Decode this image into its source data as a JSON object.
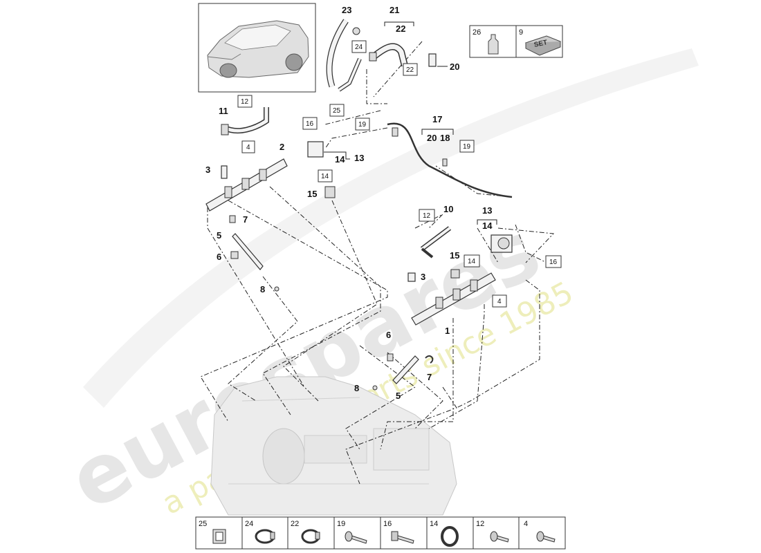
{
  "watermark": {
    "brand": "eurospares",
    "tagline": "a passion for parts since 1985"
  },
  "callouts": {
    "c1": "1",
    "c2": "2",
    "c3a": "3",
    "c3b": "3",
    "c5a": "5",
    "c5b": "5",
    "c6a": "6",
    "c6b": "6",
    "c7a": "7",
    "c7b": "7",
    "c8a": "8",
    "c8b": "8",
    "c10": "10",
    "c11": "11",
    "c13a": "13",
    "c13b": "13",
    "c14a": "14",
    "c14b": "14",
    "c15a": "15",
    "c15b": "15",
    "c17": "17",
    "c18": "18",
    "c20a": "20",
    "c20b": "20",
    "c21": "21",
    "c22": "22",
    "c23": "23"
  },
  "boxed_refs": {
    "b12a": "12",
    "b4a": "4",
    "b16a": "16",
    "b19a": "19",
    "b14a": "14",
    "b24": "24",
    "b25": "25",
    "b22": "22",
    "b19b": "19",
    "b12b": "12",
    "b14b": "14",
    "b4b": "4",
    "b16b": "16"
  },
  "kit_box": {
    "left_num": "26",
    "right_num": "9",
    "set_label": "SET"
  },
  "legend": [
    "25",
    "24",
    "22",
    "19",
    "16",
    "14",
    "12",
    "4"
  ]
}
